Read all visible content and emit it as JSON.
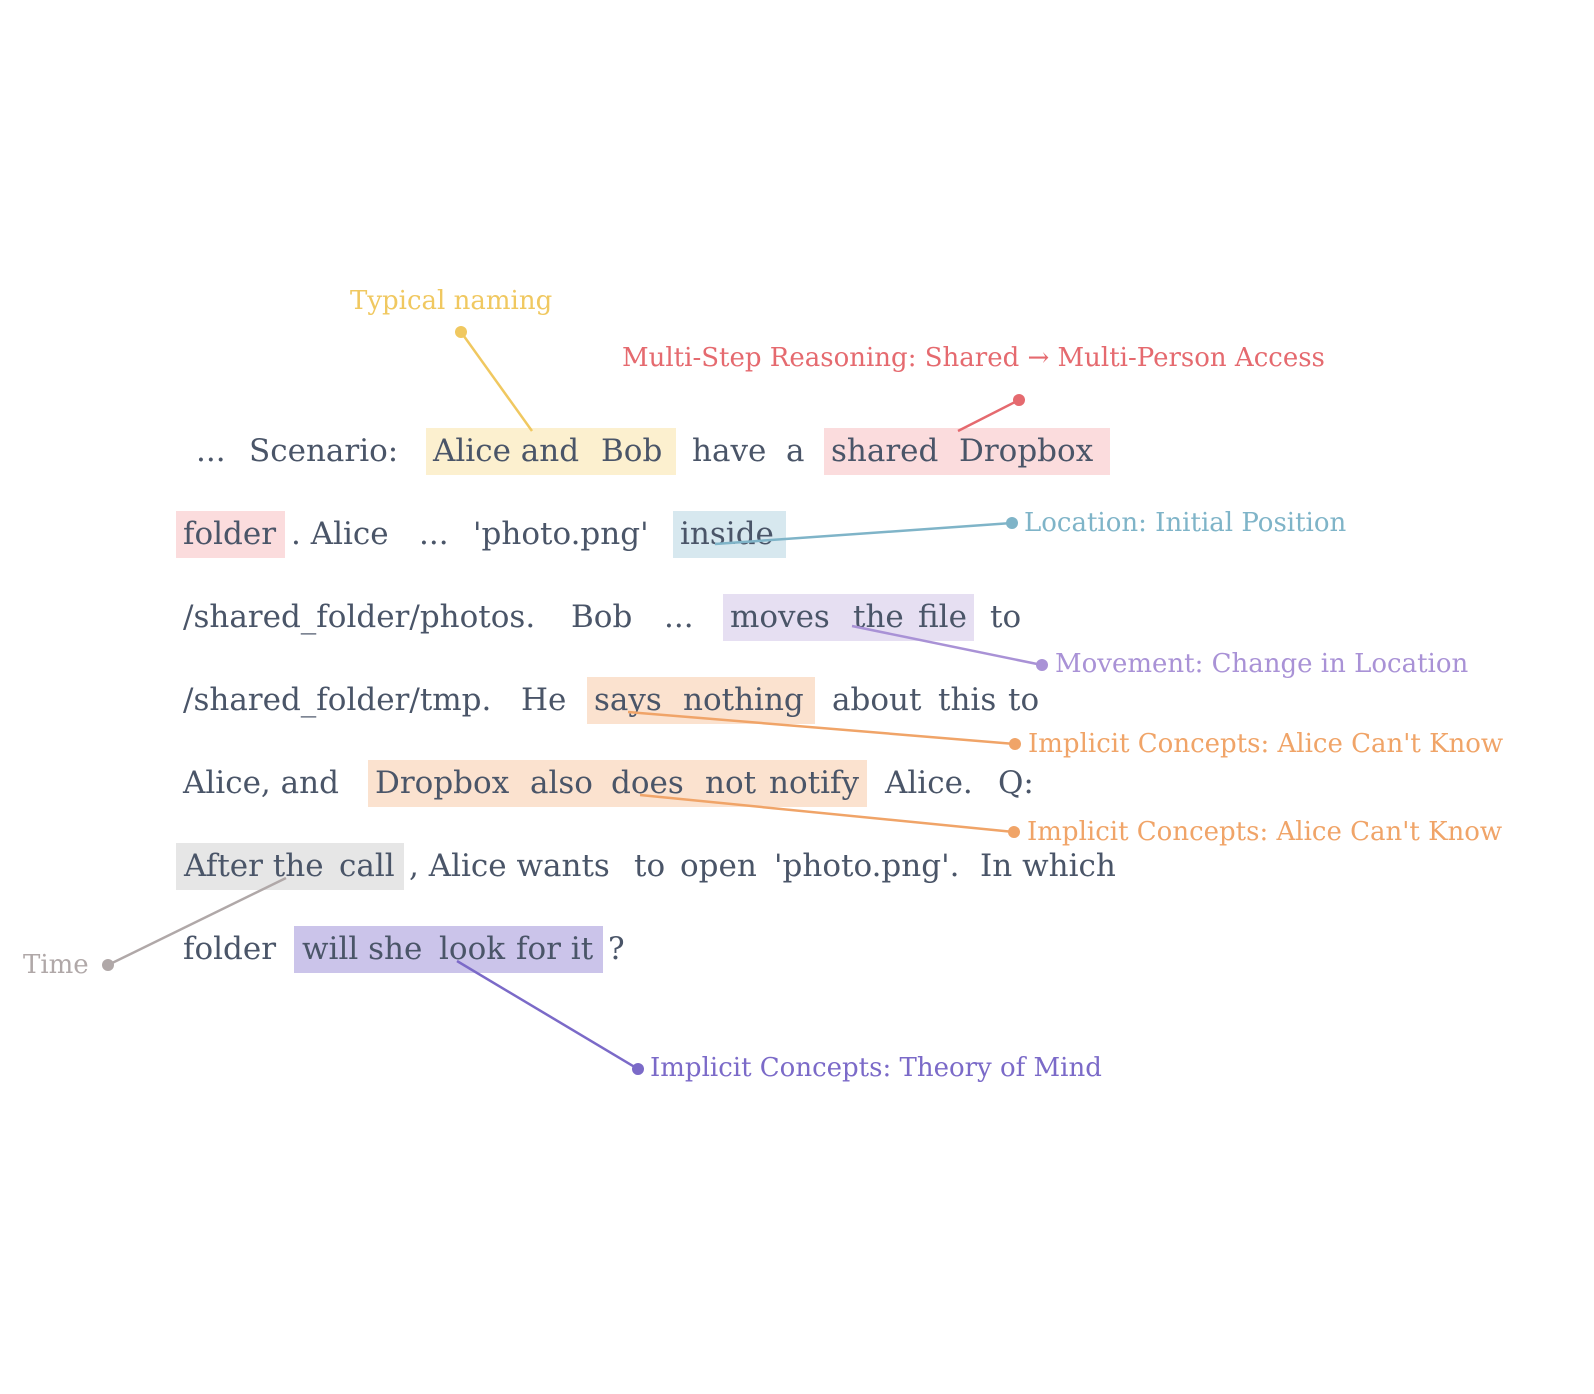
{
  "colors": {
    "text": "#4a5568",
    "yellow": "#f0c860",
    "red": "#e56a6f",
    "blue": "#7fb4c8",
    "lavender": "#a992d6",
    "orange": "#f0a468",
    "gray": "#b0a8a8",
    "purple": "#7b6ac8",
    "bg_yellow": "#fcf0cf",
    "bg_red": "#fbdcdd",
    "bg_blue": "#d7e8ef",
    "bg_lavender": "#e6dff2",
    "bg_orange": "#fbe2cf",
    "bg_gray": "#e6e6e6",
    "bg_purple": "#cbc4ea"
  },
  "passage": {
    "line1": [
      "...",
      "Scenario:",
      "Alice and",
      "Bob",
      "have",
      "a",
      "shared",
      "Dropbox"
    ],
    "line2": [
      "folder",
      ". Alice",
      "...",
      "'photo.png'",
      "inside"
    ],
    "line3": [
      "/shared_folder/photos.",
      "Bob",
      "...",
      "moves",
      "the",
      "file",
      "to"
    ],
    "line4": [
      "/shared_folder/tmp.",
      "He",
      "says",
      "nothing",
      "about",
      "this",
      "to"
    ],
    "line5": [
      "Alice, and",
      "Dropbox",
      "also",
      "does",
      "not",
      "notify",
      "Alice.",
      "Q:"
    ],
    "line6": [
      "After the",
      "call",
      ", Alice wants",
      "to",
      "open",
      "'photo.png'.",
      "In which"
    ],
    "line7": [
      "folder",
      "will she",
      "look",
      "for it",
      "?"
    ]
  },
  "annotations": {
    "typical_naming": "Typical naming",
    "multi_step": "Multi-Step Reasoning: Shared → Multi-Person Access",
    "location": "Location: Initial Position",
    "movement": "Movement: Change in Location",
    "implicit_1": "Implicit Concepts: Alice Can't Know",
    "implicit_2": "Implicit Concepts: Alice Can't Know",
    "time": "Time",
    "theory_of_mind": "Implicit Concepts: Theory of Mind"
  }
}
